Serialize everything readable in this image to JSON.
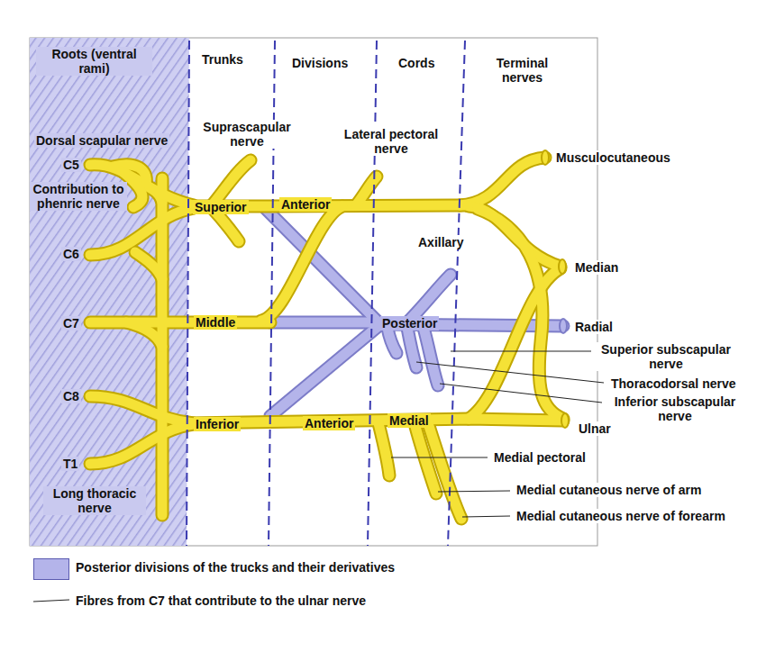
{
  "diagram": {
    "labels": [
      "Roots (ventral rami)",
      "Trunks",
      "Divisions",
      "Cords",
      "Terminal nerves",
      "Suprascapular nerve",
      "Lateral pectoral nerve",
      "Dorsal scapular nerve",
      "Musculocutaneous",
      "C5",
      "Contribution to phenric nerve",
      "Superior",
      "Anterior",
      "Axillary",
      "C6",
      "Median",
      "C7",
      "Middle",
      "Posterior",
      "Radial",
      "Superior subscapular nerve",
      "Thoracodorsal nerve",
      "Inferior subscapular nerve",
      "C8",
      "Inferior",
      "Anterior",
      "Medial",
      "Ulnar",
      "Medial pectoral",
      "T1",
      "Medial cutaneous nerve of arm",
      "Long thoracic nerve",
      "Medial cutaneous nerve of forearm"
    ],
    "legend": [
      {
        "text": "Posterior divisions of the trucks and their derivatives",
        "color": "#b4b4ea"
      },
      {
        "text": "Fibres from C7 that contribute to the ulnar nerve"
      }
    ]
  }
}
